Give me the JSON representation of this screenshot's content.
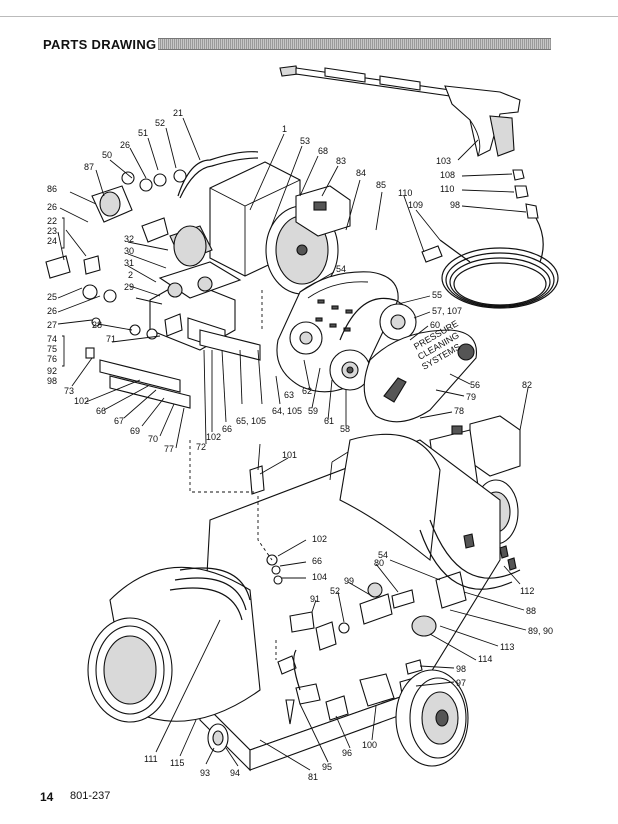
{
  "header": {
    "title": "PARTS DRAWING"
  },
  "footer": {
    "page_number": "14",
    "doc_code": "801-237"
  },
  "cover_text": {
    "line1": "PRESSURE",
    "line2": "CLEANING",
    "line3": "SYSTEMS"
  },
  "labels": {
    "l1": "1",
    "l2": "2",
    "l21": "21",
    "l22": "22",
    "l23": "23,",
    "l24": "24",
    "l25": "25",
    "l26a": "26",
    "l26b": "26",
    "l26c": "26",
    "l27": "27",
    "l28": "28",
    "l29": "29",
    "l30": "30",
    "l31": "31",
    "l32": "32",
    "l50": "50",
    "l51": "51",
    "l52a": "52",
    "l52b": "52",
    "l53": "53",
    "l54a": "54",
    "l54b": "54",
    "l55": "55",
    "l56": "56",
    "l57": "57, 107",
    "l58": "58",
    "l59": "59",
    "l60": "60",
    "l61": "61",
    "l62": "62",
    "l63": "63",
    "l64": "64, 105",
    "l65": "65, 105",
    "l66a": "66",
    "l66b": "66",
    "l66c": "66",
    "l67": "67",
    "l68": "68",
    "l69": "69",
    "l70": "70",
    "l71": "71",
    "l72": "72",
    "l73": "73",
    "l74": "74",
    "l75": "75",
    "l76": "76",
    "l77": "77",
    "l78": "78",
    "l79": "79",
    "l80": "80",
    "l81": "81",
    "l82": "82",
    "l83": "83",
    "l84": "84",
    "l85": "85",
    "l86": "86",
    "l87": "87",
    "l88": "88",
    "l89": "89, 90",
    "l91": "91",
    "l92": "92",
    "l93": "93",
    "l94": "94",
    "l95": "95",
    "l96": "96",
    "l97": "97",
    "l98a": "98",
    "l98b": "98",
    "l98c": "98",
    "l99": "99",
    "l100": "100",
    "l101": "101",
    "l102a": "102",
    "l102b": "102",
    "l102c": "102",
    "l103": "103",
    "l104": "104",
    "l108": "108",
    "l109": "109",
    "l110a": "110",
    "l110b": "110",
    "l111": "111",
    "l112": "112",
    "l113": "113",
    "l114": "114",
    "l115": "115"
  }
}
